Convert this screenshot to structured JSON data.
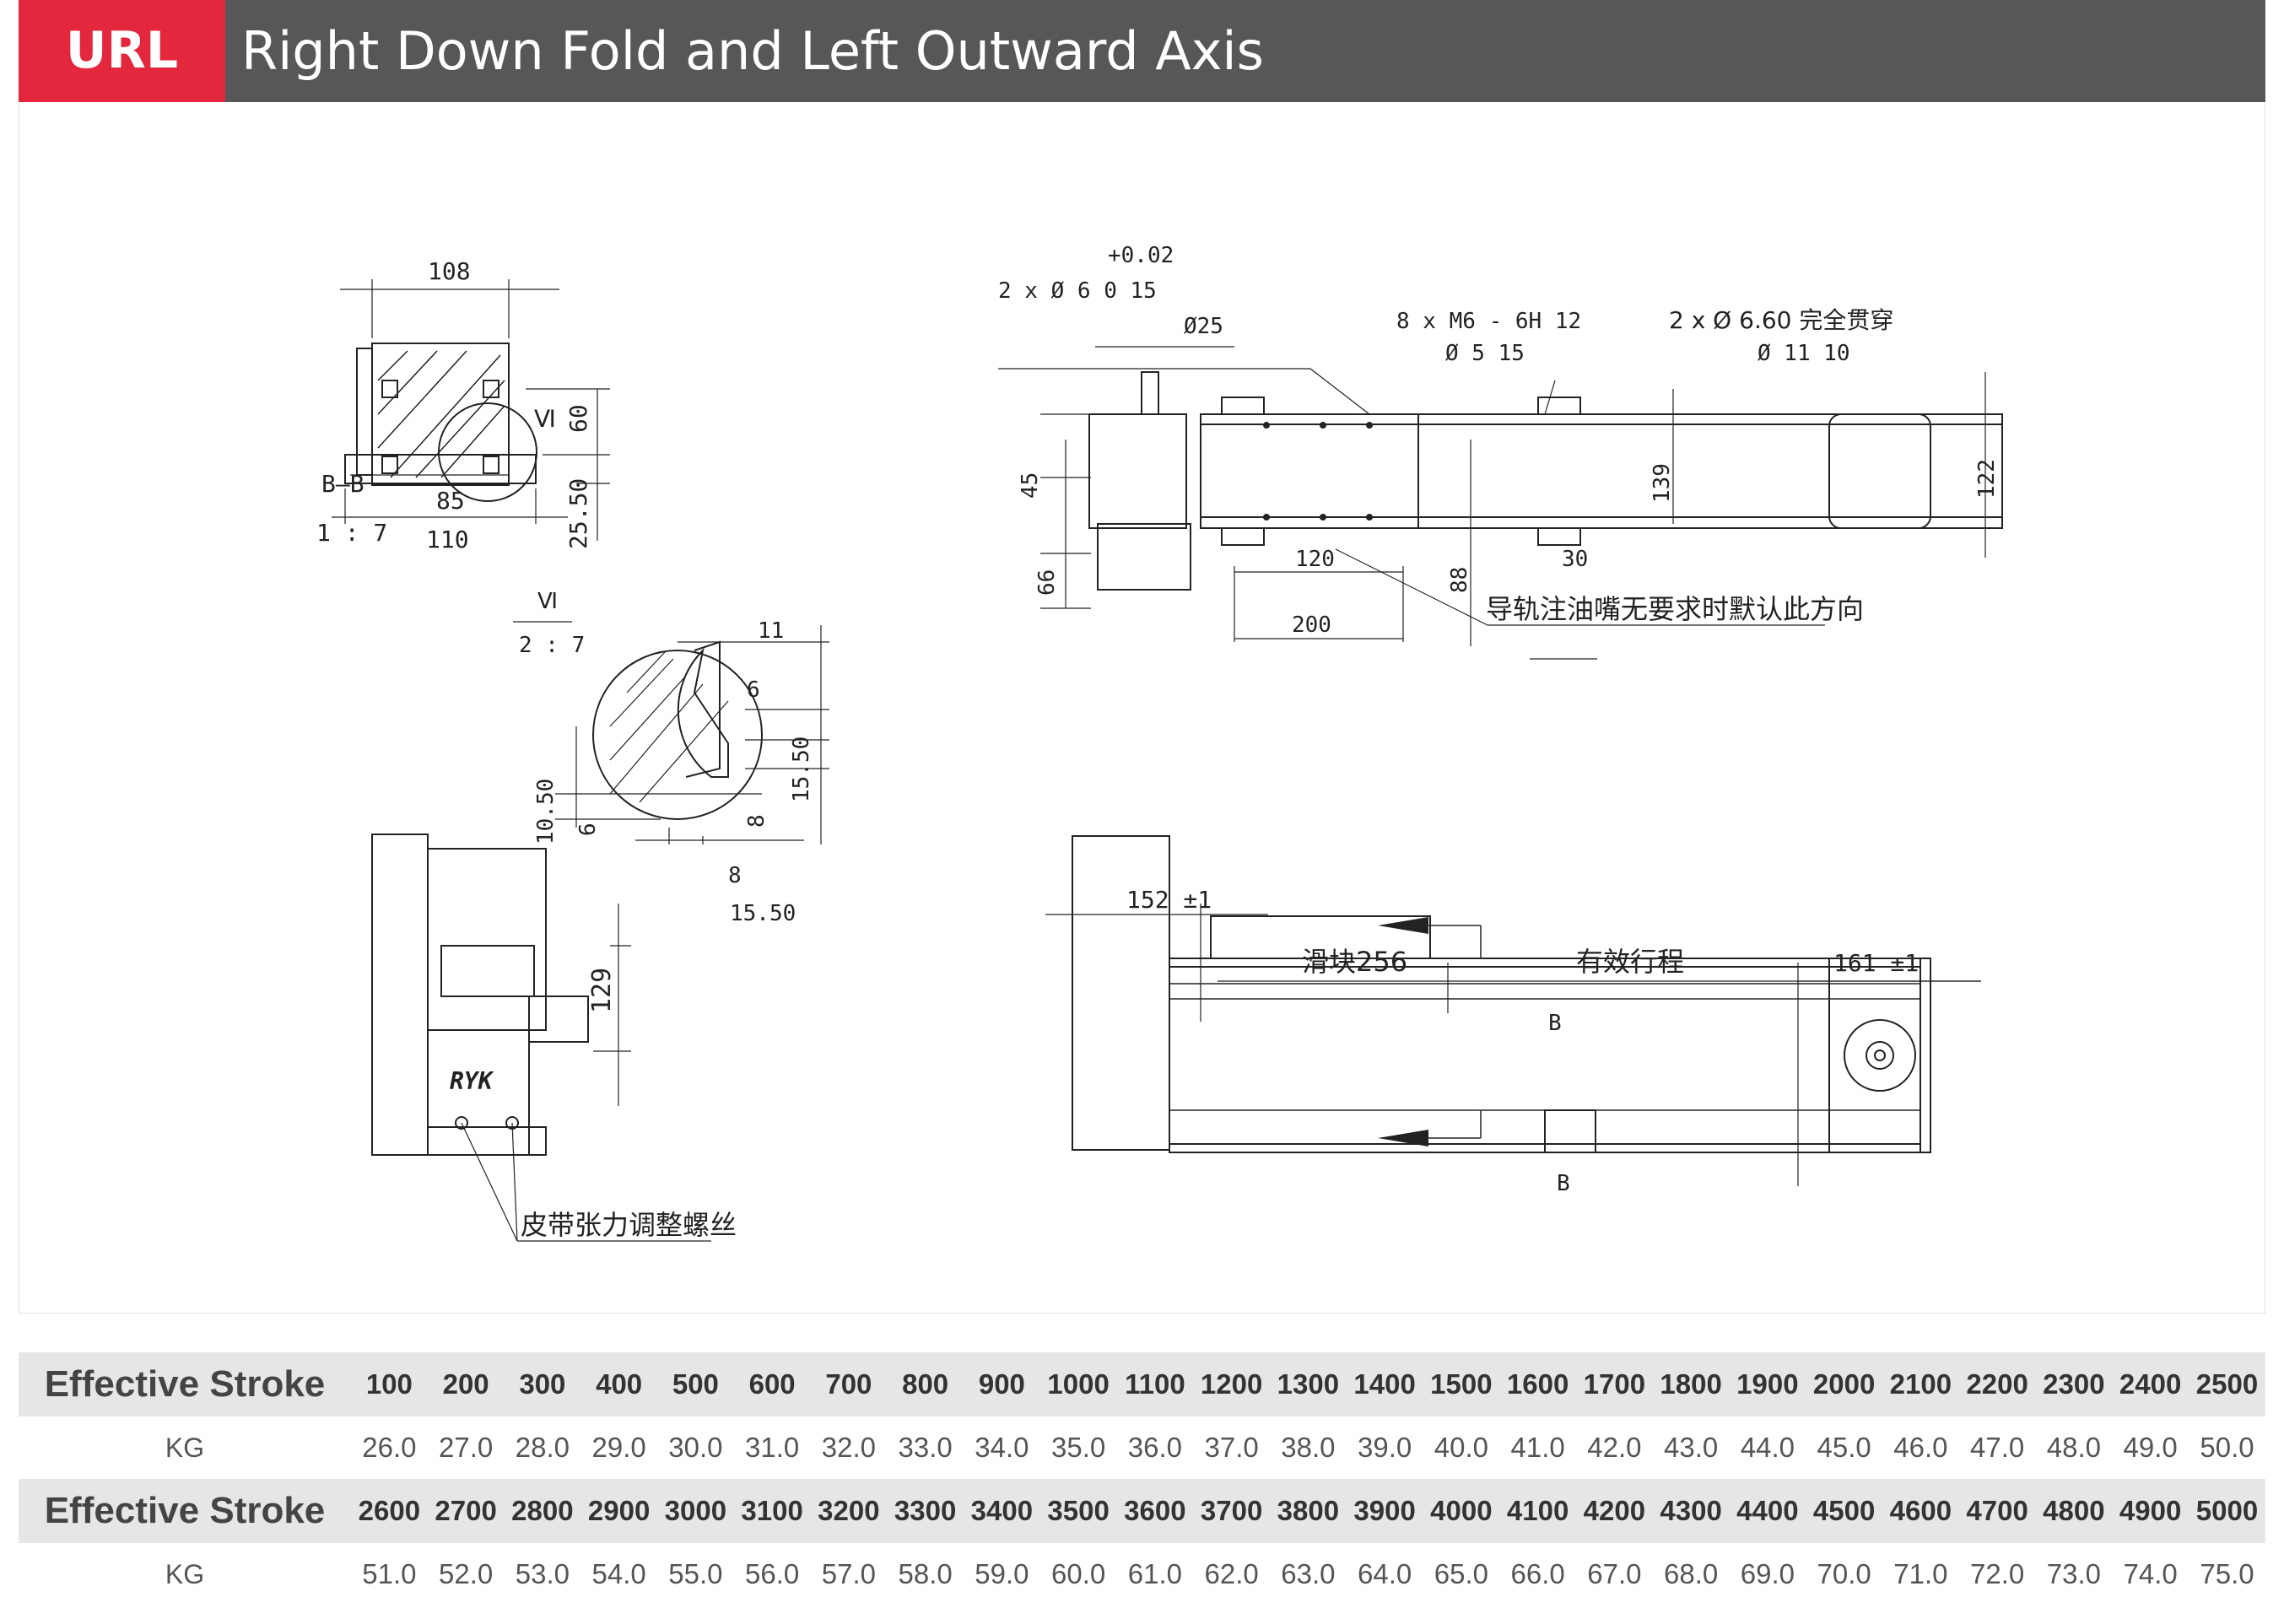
{
  "header": {
    "code": "URL",
    "title": "Right Down Fold and Left Outward Axis"
  },
  "colors": {
    "badge": "#e3283d",
    "header_bar": "#575757",
    "table_header_row": "#e6e6e6"
  },
  "drawing": {
    "section": {
      "label": "B—B",
      "scale": "1 : 7",
      "dim_width": "108",
      "dim_height": "60",
      "dim_slot": "85",
      "dim_base": "110",
      "dim_offset": "25.50",
      "detail_ref": "Ⅵ"
    },
    "detail": {
      "label": "Ⅵ",
      "scale": "2 : 7",
      "dims": [
        "11",
        "6",
        "15.50",
        "10.50",
        "6",
        "8",
        "8",
        "15.50"
      ]
    },
    "side_view": {
      "dim_129": "129",
      "note_belt": "皮带张力调整螺丝"
    },
    "top_view": {
      "tolerance": "+0.02",
      "pin_holes": "2 x Ø 6  0    15",
      "shaft_dia": "Ø25",
      "thread_holes": "8 x  M6 - 6H  12",
      "thread_sub": "Ø 5  15",
      "through_holes": "2 x Ø 6.60 完全贯穿",
      "cbore": "Ø 11  10",
      "dim_45": "45",
      "dim_66": "66",
      "dim_139": "139",
      "dim_122": "122",
      "dim_120": "120",
      "dim_200": "200",
      "dim_88": "88",
      "dim_30": "30",
      "note_oil": "导轨注油嘴无要求时默认此方向"
    },
    "front_view": {
      "dim_left": "152 ±1",
      "slider": "滑块256",
      "stroke": "有效行程",
      "dim_right": "161 ±1",
      "section_mark": "B"
    }
  },
  "table": {
    "row_label_stroke": "Effective Stroke",
    "row_label_kg": "KG",
    "strokes_1": [
      "100",
      "200",
      "300",
      "400",
      "500",
      "600",
      "700",
      "800",
      "900",
      "1000",
      "1100",
      "1200",
      "1300",
      "1400",
      "1500",
      "1600",
      "1700",
      "1800",
      "1900",
      "2000",
      "2100",
      "2200",
      "2300",
      "2400",
      "2500"
    ],
    "kg_1": [
      "26.0",
      "27.0",
      "28.0",
      "29.0",
      "30.0",
      "31.0",
      "32.0",
      "33.0",
      "34.0",
      "35.0",
      "36.0",
      "37.0",
      "38.0",
      "39.0",
      "40.0",
      "41.0",
      "42.0",
      "43.0",
      "44.0",
      "45.0",
      "46.0",
      "47.0",
      "48.0",
      "49.0",
      "50.0"
    ],
    "strokes_2": [
      "2600",
      "2700",
      "2800",
      "2900",
      "3000",
      "3100",
      "3200",
      "3300",
      "3400",
      "3500",
      "3600",
      "3700",
      "3800",
      "3900",
      "4000",
      "4100",
      "4200",
      "4300",
      "4400",
      "4500",
      "4600",
      "4700",
      "4800",
      "4900",
      "5000"
    ],
    "kg_2": [
      "51.0",
      "52.0",
      "53.0",
      "54.0",
      "55.0",
      "56.0",
      "57.0",
      "58.0",
      "59.0",
      "60.0",
      "61.0",
      "62.0",
      "63.0",
      "64.0",
      "65.0",
      "66.0",
      "67.0",
      "68.0",
      "69.0",
      "70.0",
      "71.0",
      "72.0",
      "73.0",
      "74.0",
      "75.0"
    ]
  }
}
